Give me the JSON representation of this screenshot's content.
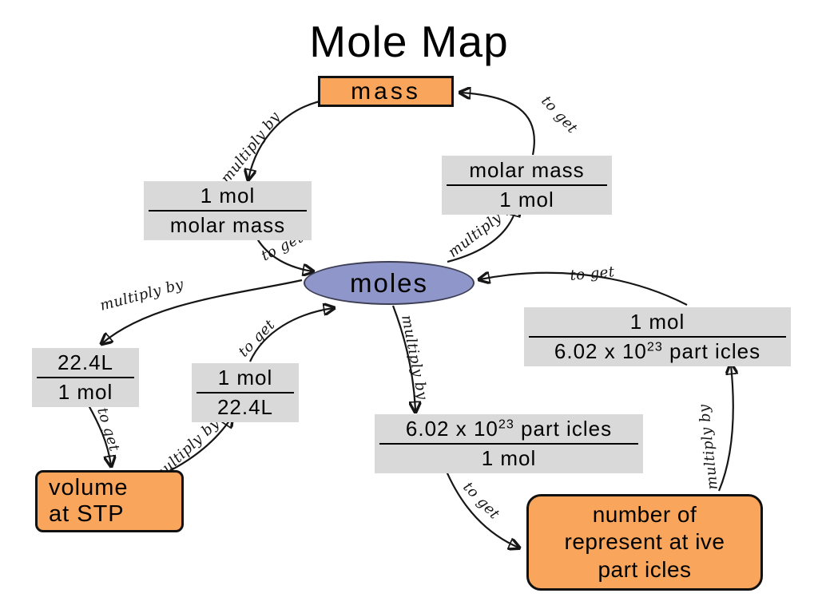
{
  "title": "Mole Map",
  "colors": {
    "background": "#FFFFFF",
    "node_fill_orange": "#F9A55C",
    "node_fill_blue": "#8F96C9",
    "fraction_bg": "#D9D9D9",
    "stroke": "#111111"
  },
  "nodes": {
    "mass": {
      "label": "mass"
    },
    "moles": {
      "label": "moles"
    },
    "volume_at_stp": {
      "line1": "volume",
      "line2": "at STP"
    },
    "representative_particles": {
      "line1": "number of",
      "line2": "represent at ive",
      "line3": "part icles"
    }
  },
  "fractions": {
    "mol_per_molar_mass": {
      "top": "1 mol",
      "bottom": "molar mass"
    },
    "molar_mass_per_mol": {
      "top": "molar mass",
      "bottom": "1 mol"
    },
    "liters_per_mol": {
      "top": "22.4L",
      "bottom": "1 mol"
    },
    "mol_per_liters": {
      "top": "1 mol",
      "bottom": "22.4L"
    },
    "particles_per_mol": {
      "top_base": "6.02 x 10",
      "top_exp": "23",
      "top_rest": " part icles",
      "bottom": "1 mol"
    },
    "mol_per_particles": {
      "top": "1 mol",
      "bottom_base": "6.02 x 10",
      "bottom_exp": "23",
      "bottom_rest": " part icles"
    }
  },
  "arrow_labels": {
    "multiply_by": "multiply by",
    "multiply_by_wide": "multiply  by",
    "to_get": "to get"
  }
}
